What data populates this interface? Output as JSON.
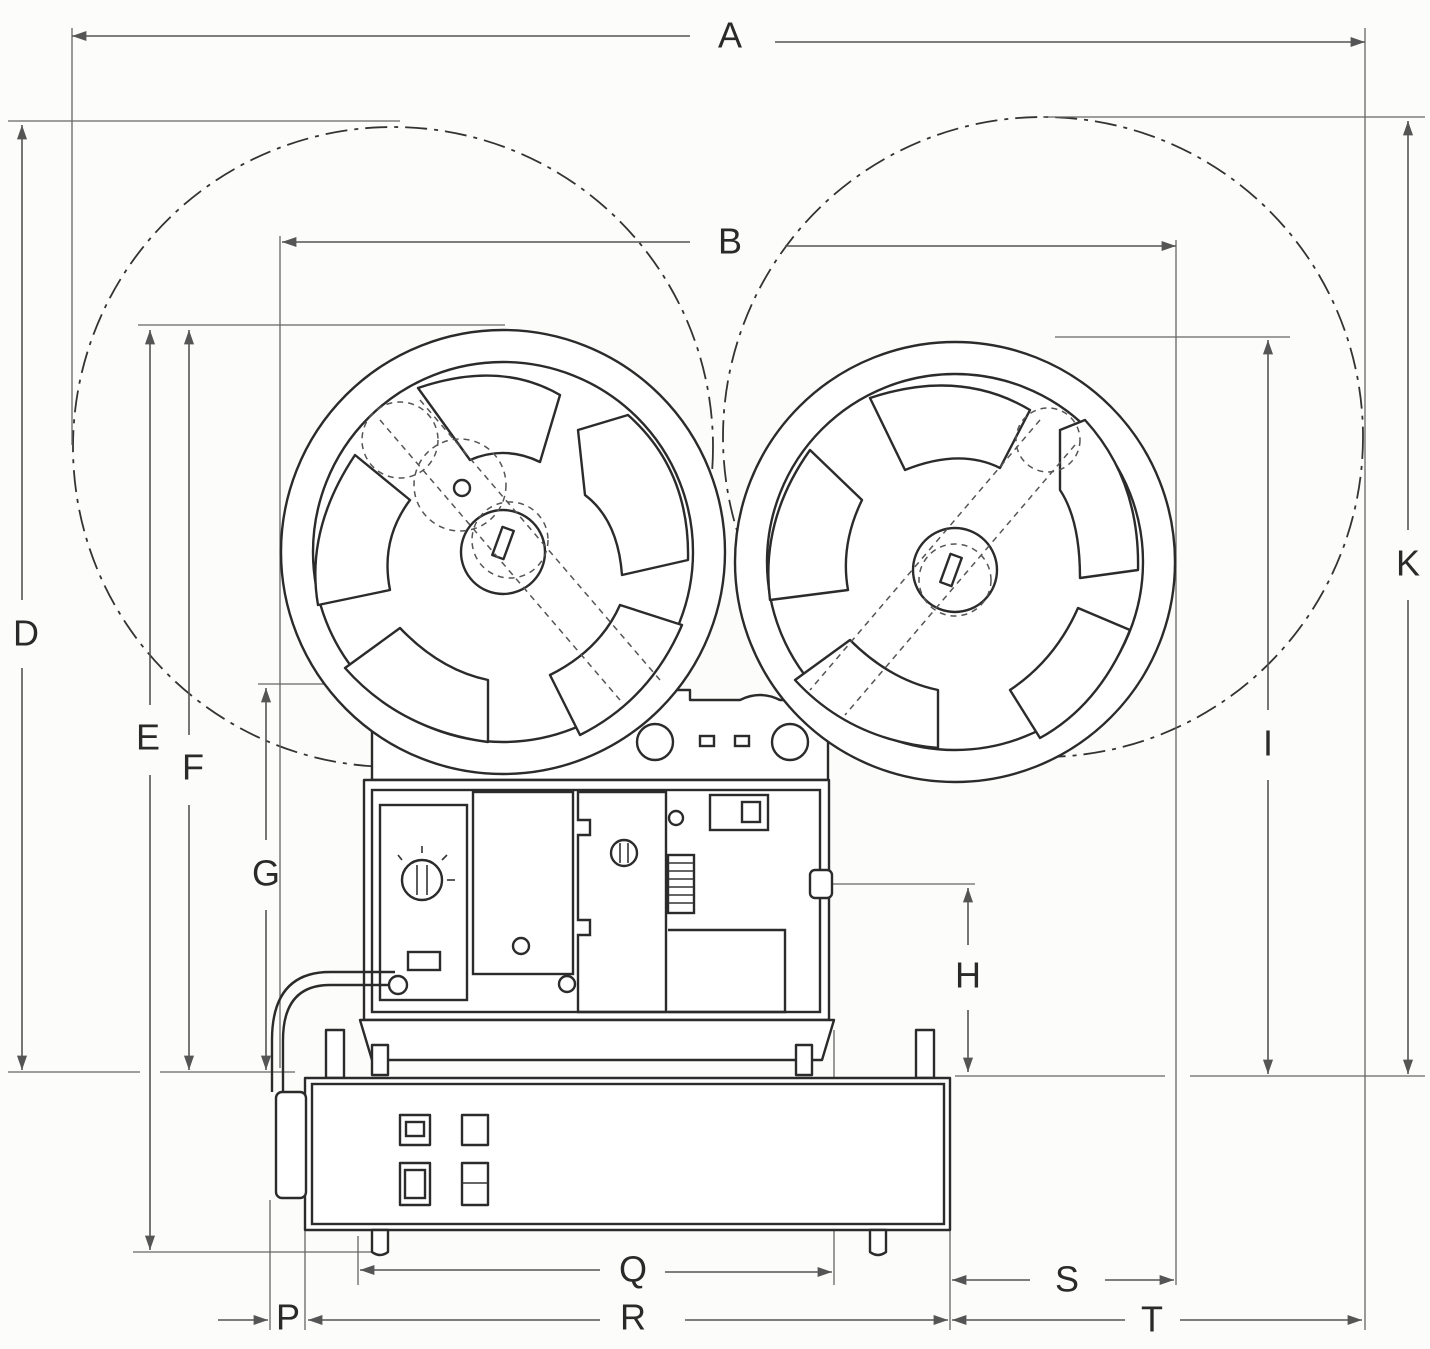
{
  "dimension_labels": {
    "A": "A",
    "B": "B",
    "D": "D",
    "E": "E",
    "F": "F",
    "G": "G",
    "H": "H",
    "I": "I",
    "K": "K",
    "P": "P",
    "Q": "Q",
    "R": "R",
    "S": "S",
    "T": "T"
  },
  "colors": {
    "line": "#2b2b2b",
    "dimension": "#555555",
    "paper": "#fcfcfb"
  }
}
